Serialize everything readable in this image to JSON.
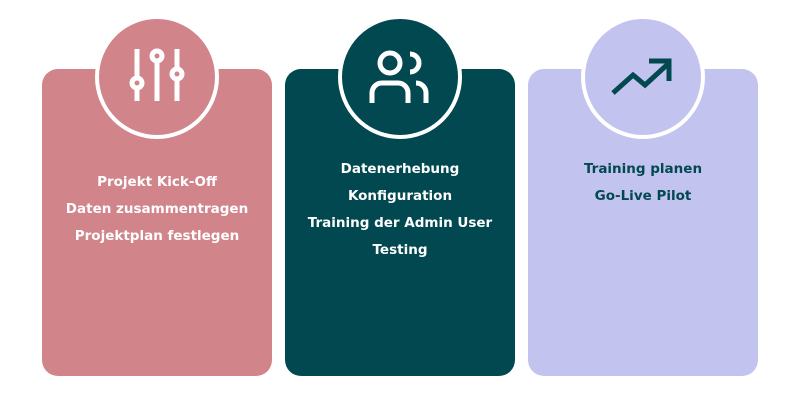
{
  "colors": {
    "pink": "#d1858a",
    "teal": "#024850",
    "lavender": "#c3c3f0",
    "white": "#ffffff"
  },
  "cards": [
    {
      "icon": "sliders-icon",
      "items": [
        "Projekt Kick-Off",
        "Daten zusammentragen",
        "Projektplan festlegen"
      ]
    },
    {
      "icon": "users-icon",
      "items": [
        "Datenerhebung",
        "Konfiguration",
        "Training der Admin User",
        "Testing"
      ]
    },
    {
      "icon": "trending-up-icon",
      "items": [
        "Training planen",
        "Go-Live Pilot"
      ]
    }
  ]
}
